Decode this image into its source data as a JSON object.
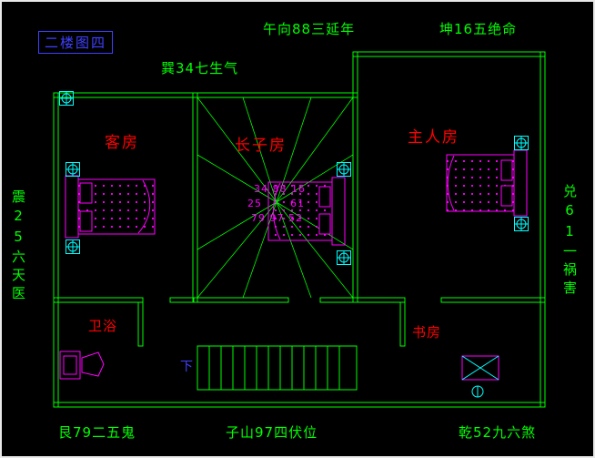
{
  "title": "二楼图四",
  "annotations": {
    "top_south": "午向88三延年",
    "top_southwest": "坤16五绝命",
    "upper_southeast": "巽34七生气",
    "left_east": "震25六天医",
    "right_west": "兑61一祸害",
    "bottom_northeast": "艮79二五鬼",
    "bottom_north": "子山97四伏位",
    "bottom_northwest": "乾52九六煞"
  },
  "rooms": {
    "guest": "客房",
    "eldest_son": "长子房",
    "master": "主人房",
    "bathroom": "卫浴",
    "study": "书房"
  },
  "stairs_down": "下",
  "compass_grid": {
    "row1": "34 88 16",
    "row2_left": "25",
    "row2_right": "61",
    "row3": "79 97 52"
  },
  "icons": {
    "position_marker": "circle-cross-marker",
    "bed": "double-bed",
    "toilet": "toilet",
    "desk": "desk-with-chair",
    "stairs": "staircase"
  },
  "colors": {
    "background": "#000000",
    "walls": "#00ff00",
    "furniture": "#ff00ff",
    "markers": "#00ffff",
    "room_labels": "#ff0000",
    "annotations": "#00ff00",
    "title": "#4040ff"
  }
}
